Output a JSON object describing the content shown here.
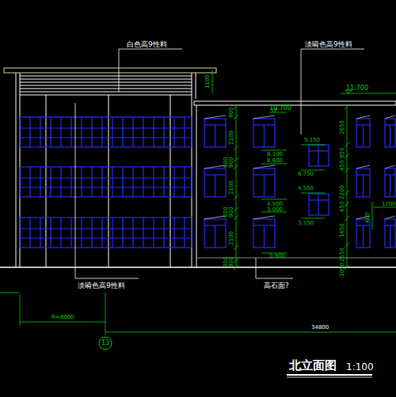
{
  "diagram": {
    "title": "北立面图",
    "nodes": [
      {
        "text": [
          "13"
        ]
      }
    ],
    "labels": [
      "白色高9性料",
      "淡嗬色高9性料",
      "11.700",
      "10.700",
      "5.150",
      "8.100",
      "8.600",
      "6.750",
      "4.550",
      "4.500",
      "3.000",
      "3.150",
      "0.900",
      "淡嗬色高9性料",
      "高石面?",
      "R=8000",
      "34800",
      "1:100",
      "900",
      "2100",
      "900",
      "600",
      "2100",
      "900",
      "600",
      "2100",
      "900",
      "300",
      "2650",
      "850",
      "450",
      "2200",
      "450",
      "1650",
      "2550",
      "1050",
      "400",
      "1200",
      "1100"
    ]
  }
}
